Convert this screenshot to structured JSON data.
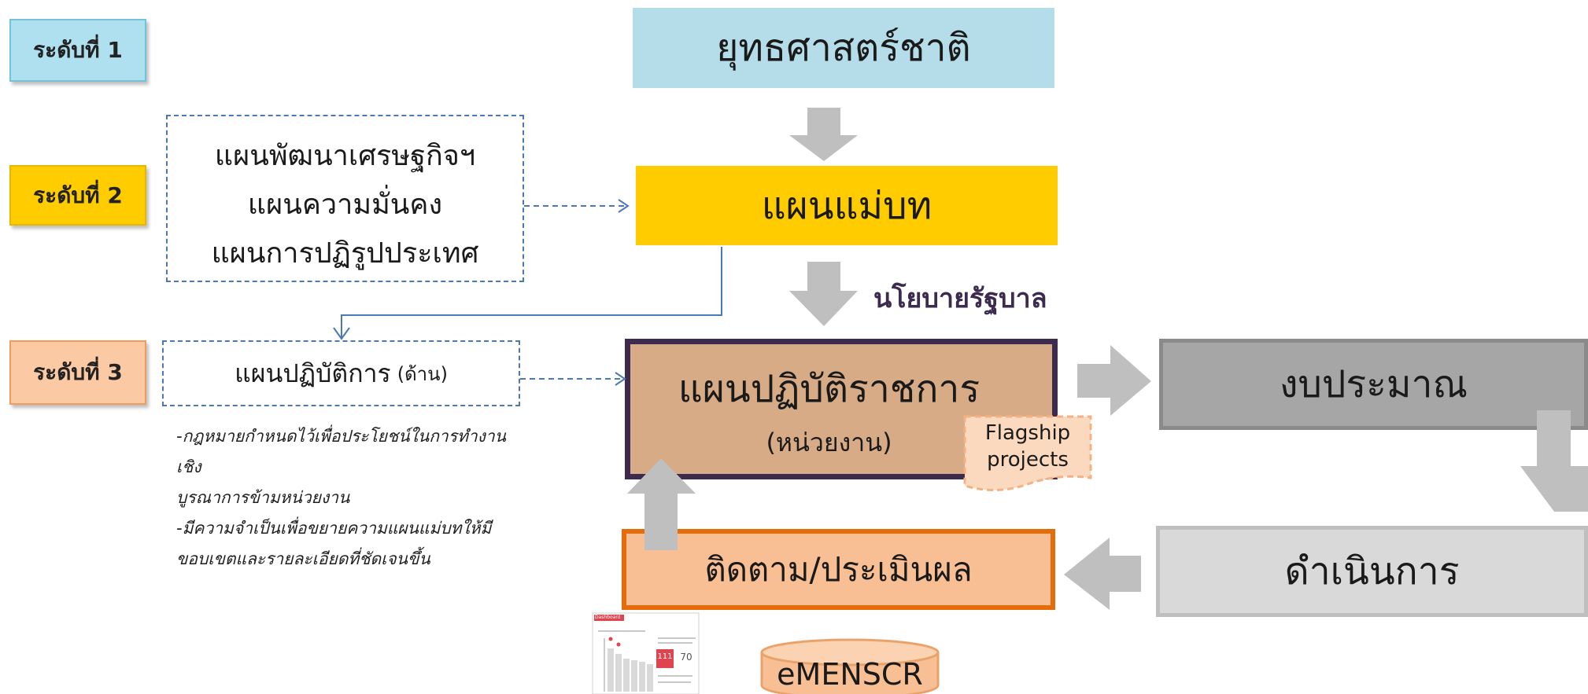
{
  "levels": {
    "l1": "ระดับที่ 1",
    "l2": "ระดับที่ 2",
    "l3": "ระดับที่ 3"
  },
  "national_strategy": "ยุทธศาสตร์ชาติ",
  "level2_plans": {
    "line1": "แผนพัฒนาเศรษฐกิจฯ",
    "line2": "แผนความมั่นคง",
    "line3": "แผนการปฏิรูปประเทศ"
  },
  "master_plan": "แผนแม่บท",
  "government_policy": "นโยบายรัฐบาล",
  "action_plan": {
    "label": "แผนปฏิบัติการ",
    "suffix": "(ด้าน)"
  },
  "action_plan_notes": {
    "line1": "-กฎหมายกำหนดไว้เพื่อประโยชน์ในการทำงานเชิง",
    "line2": "บูรณาการข้ามหน่วยงาน",
    "line3": "-มีความจำเป็นเพื่อขยายความแผนแม่บทให้มี",
    "line4": "ขอบเขตและรายละเอียดที่ชัดเจนขึ้น"
  },
  "gov_action_plan": {
    "title": "แผนปฏิบัติราชการ",
    "subtitle": "(หน่วยงาน)"
  },
  "flagship": {
    "line1": "Flagship",
    "line2": "projects"
  },
  "budget": "งบประมาณ",
  "implementation": "ดำเนินการ",
  "monitoring": "ติดตาม/ประเมินผล",
  "system_name": "eMENSCR",
  "dashboard": {
    "header": "Dashboard",
    "big_number": "111",
    "small_number": "70"
  },
  "colors": {
    "national_strategy_fill": "#b4dde9",
    "master_plan_fill": "#ffcc00",
    "gov_action_plan_fill": "#d6ab85",
    "gov_action_plan_border": "#3d2b4f",
    "budget_fill": "#a6a6a6",
    "implementation_fill": "#d9d9d9",
    "monitoring_fill": "#f8bf94",
    "monitoring_border": "#e46c0a",
    "arrow_gray": "#bfbfbf",
    "connector_blue": "#4a78b8",
    "level1_fill": "#aee0ef",
    "level2_fill": "#ffcc00",
    "level3_fill": "#fbc9a3",
    "policy_text": "#3d2b4f"
  }
}
